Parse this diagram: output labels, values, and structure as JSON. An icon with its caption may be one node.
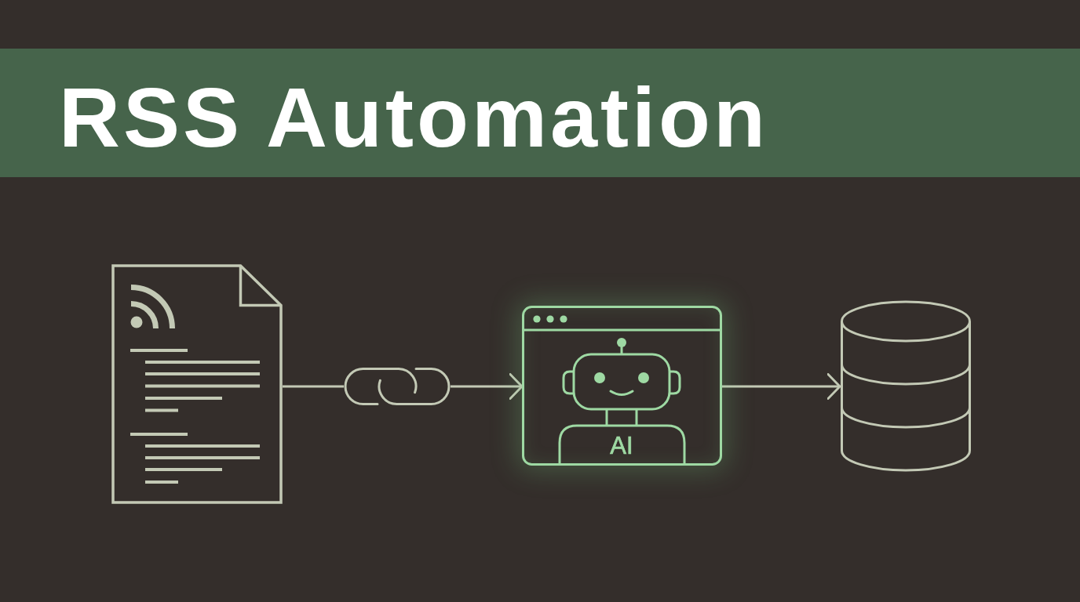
{
  "diagram": {
    "title": "RSS Automation",
    "nodes": [
      {
        "text": [],
        "shape": "document"
      },
      {
        "text": [],
        "shape": "chain"
      },
      {
        "text": [],
        "shape": "box"
      },
      {
        "text": [
          "AI"
        ],
        "in": 2
      },
      {
        "text": [],
        "shape": "cylinder"
      }
    ],
    "edges": [
      {
        "from": 0,
        "to": 1,
        "arrow": "none"
      },
      {
        "from": 1,
        "to": 2,
        "arrow": "to"
      },
      {
        "from": 2,
        "to": 4,
        "arrow": "to"
      }
    ]
  }
}
